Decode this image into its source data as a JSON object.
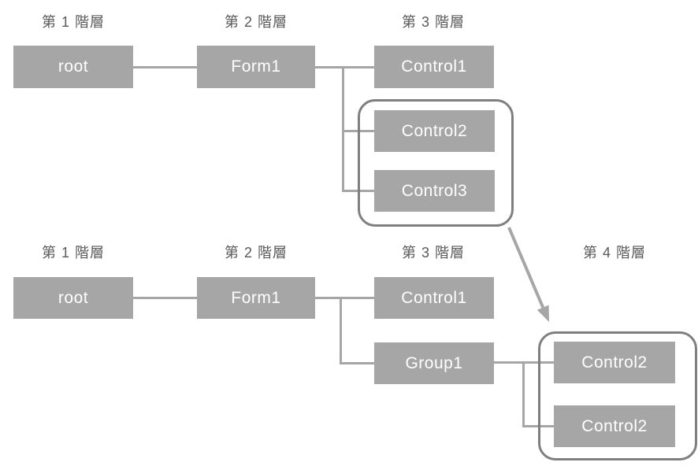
{
  "colors": {
    "box_fill": "#a6a6a6",
    "box_text": "#ffffff",
    "label_text": "#595959",
    "connector": "#a6a6a6",
    "group_frame_border": "#7f7f7f",
    "arrow": "#a6a6a6",
    "background": "#ffffff"
  },
  "diagram_top": {
    "level_labels": [
      "第 1 階層",
      "第 2 階層",
      "第 3 階層"
    ],
    "nodes": {
      "root": "root",
      "form1": "Form1",
      "control1": "Control1",
      "control2": "Control2",
      "control3": "Control3"
    }
  },
  "diagram_bottom": {
    "level_labels": [
      "第 1 階層",
      "第 2 階層",
      "第 3 階層",
      "第 4 階層"
    ],
    "nodes": {
      "root": "root",
      "form1": "Form1",
      "control1": "Control1",
      "group1": "Group1",
      "control2_top": "Control2",
      "control2_bottom": "Control2"
    }
  }
}
